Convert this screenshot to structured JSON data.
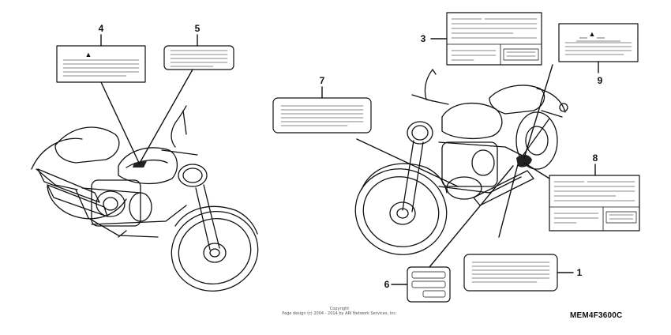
{
  "callouts": [
    {
      "id": "1",
      "label": "1"
    },
    {
      "id": "3",
      "label": "3"
    },
    {
      "id": "4",
      "label": "4"
    },
    {
      "id": "5",
      "label": "5"
    },
    {
      "id": "6",
      "label": "6"
    },
    {
      "id": "7",
      "label": "7"
    },
    {
      "id": "8",
      "label": "8"
    },
    {
      "id": "9",
      "label": "9"
    }
  ],
  "warning_symbol": "▲",
  "footer": {
    "copyright_line1": "Copyright",
    "copyright_line2": "Page design (c) 2004 - 2014 by ARI Network Services, Inc.",
    "drawing_id": "MEM4F3600C"
  },
  "colors": {
    "ink": "#111111",
    "shade": "#222222",
    "paper": "#ffffff"
  }
}
